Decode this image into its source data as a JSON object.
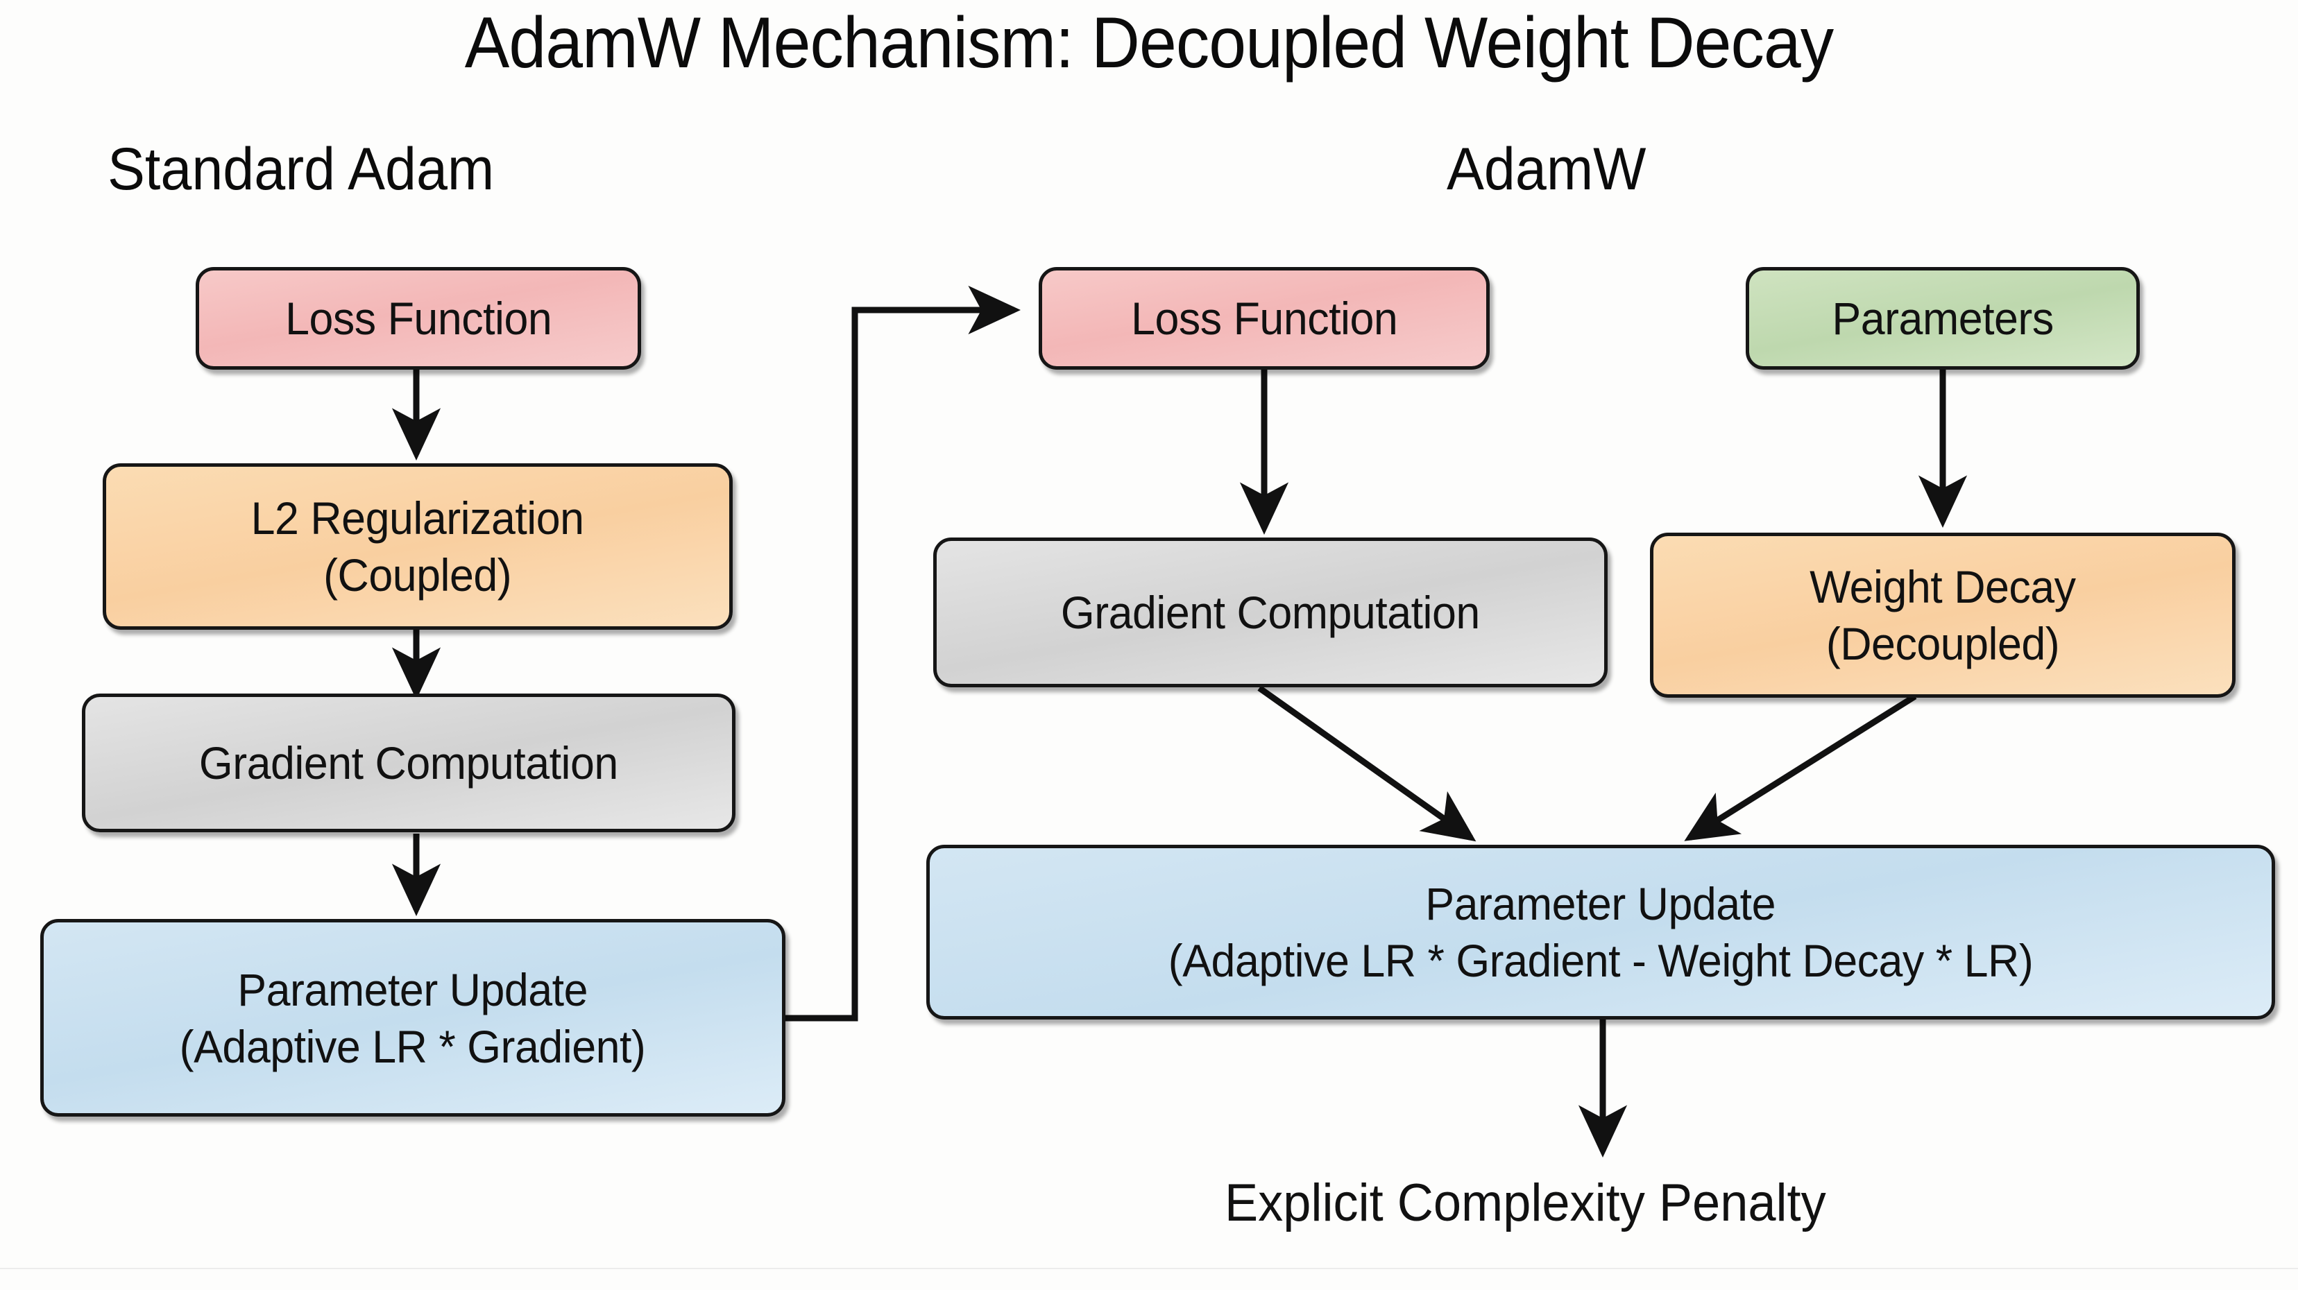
{
  "title": "AdamW Mechanism: Decoupled Weight Decay",
  "columns": {
    "left_title": "Standard Adam",
    "right_title": "AdamW"
  },
  "colors": {
    "pink": "#f3b7b7",
    "orange": "#f9cfa0",
    "gray": "#d2d2d2",
    "blue": "#c4ddee",
    "green": "#bed8ae",
    "stroke": "#161616",
    "background": "#fdfdfc"
  },
  "nodes": {
    "left_loss": {
      "line1": "Loss Function"
    },
    "left_l2": {
      "line1": "L2 Regularization",
      "line2": "(Coupled)"
    },
    "left_gradient": {
      "line1": "Gradient Computation"
    },
    "left_update": {
      "line1": "Parameter Update",
      "line2": "(Adaptive LR * Gradient)"
    },
    "right_loss": {
      "line1": "Loss Function"
    },
    "right_params": {
      "line1": "Parameters"
    },
    "right_gradient": {
      "line1": "Gradient Computation"
    },
    "right_decay": {
      "line1": "Weight Decay",
      "line2": "(Decoupled)"
    },
    "right_update": {
      "line1": "Parameter Update",
      "line2": "(Adaptive LR * Gradient - Weight Decay * LR)"
    },
    "penalty": {
      "line1": "Explicit Complexity Penalty"
    }
  },
  "edges": [
    {
      "from": "left_loss",
      "to": "left_l2",
      "kind": "straight-down"
    },
    {
      "from": "left_l2",
      "to": "left_gradient",
      "kind": "straight-down"
    },
    {
      "from": "left_gradient",
      "to": "left_update",
      "kind": "straight-down"
    },
    {
      "from": "left_update",
      "to": "right_loss",
      "kind": "elbow-right-up"
    },
    {
      "from": "right_loss",
      "to": "right_gradient",
      "kind": "straight-down"
    },
    {
      "from": "right_params",
      "to": "right_decay",
      "kind": "straight-down"
    },
    {
      "from": "right_gradient",
      "to": "right_update",
      "kind": "diagonal"
    },
    {
      "from": "right_decay",
      "to": "right_update",
      "kind": "diagonal"
    },
    {
      "from": "right_update",
      "to": "penalty",
      "kind": "straight-down"
    }
  ]
}
